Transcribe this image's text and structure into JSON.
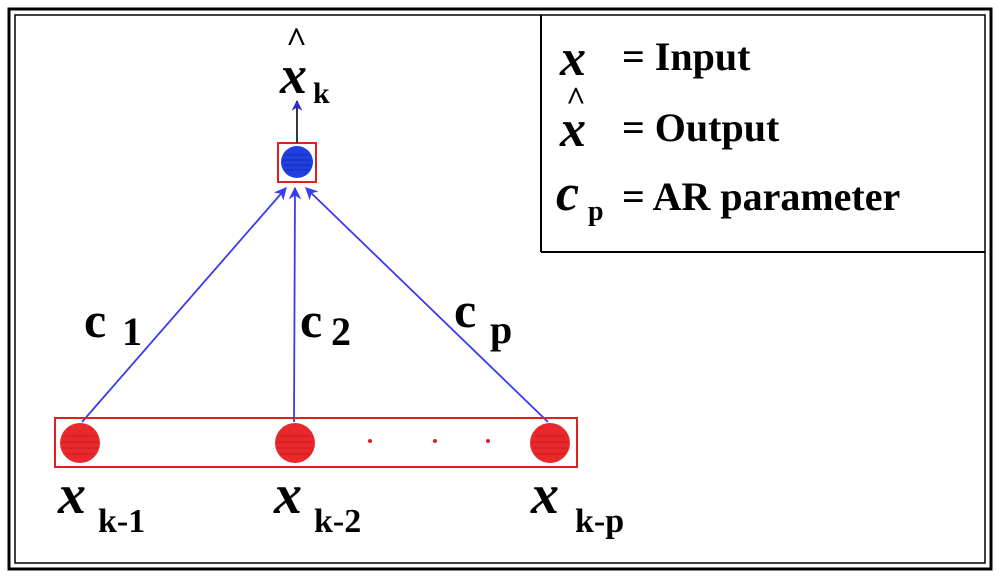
{
  "diagram": {
    "output_label": {
      "var": "x",
      "sub": "k"
    },
    "weights": [
      {
        "letter": "c",
        "sub": "1"
      },
      {
        "letter": "c",
        "sub": "2"
      },
      {
        "letter": "c",
        "sub": "p"
      }
    ],
    "inputs": [
      {
        "var": "x",
        "sub": "k-1"
      },
      {
        "var": "x",
        "sub": "k-2"
      },
      {
        "var": "x",
        "sub": "k-p"
      }
    ],
    "colors": {
      "input_node": "#e8282b",
      "output_node": "#1f3fe0",
      "arrow": "#3a3af0",
      "box": "#e02020",
      "frame": "#000000"
    }
  },
  "legend": {
    "rows": [
      {
        "symbol": "x",
        "sub": "",
        "hat": false,
        "text": "= Input"
      },
      {
        "symbol": "x",
        "sub": "",
        "hat": true,
        "text": "= Output"
      },
      {
        "symbol": "c",
        "sub": "p",
        "hat": false,
        "text": "= AR parameter"
      }
    ]
  }
}
